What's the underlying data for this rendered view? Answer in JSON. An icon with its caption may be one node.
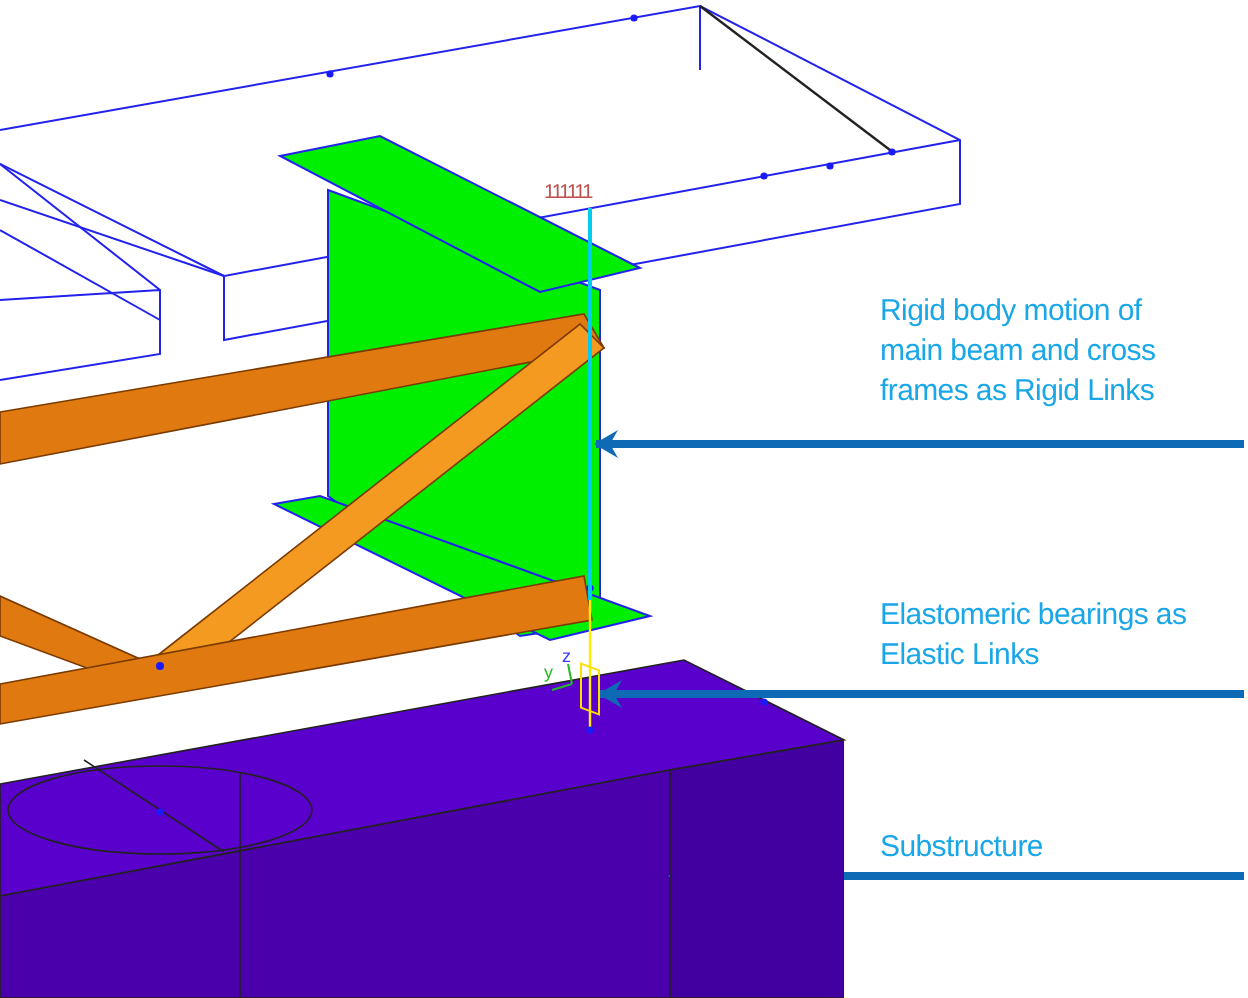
{
  "diagram": {
    "nodes": [
      {
        "text": [],
        "shape": "bar"
      },
      {
        "text": [],
        "shape": "box"
      },
      {
        "text": [],
        "shape": "block"
      }
    ],
    "edges": [
      {
        "from": null,
        "to": 0,
        "arrow": "to"
      },
      {
        "from": null,
        "to": 1,
        "arrow": "to"
      },
      {
        "from": null,
        "to": 2,
        "arrow": "to"
      }
    ],
    "labels": [
      "111111",
      "Rigid body motion of main beam and cross frames as Rigid Links",
      "Elastomeric bearings as Elastic Links",
      "z",
      "y",
      "Substructure"
    ]
  }
}
